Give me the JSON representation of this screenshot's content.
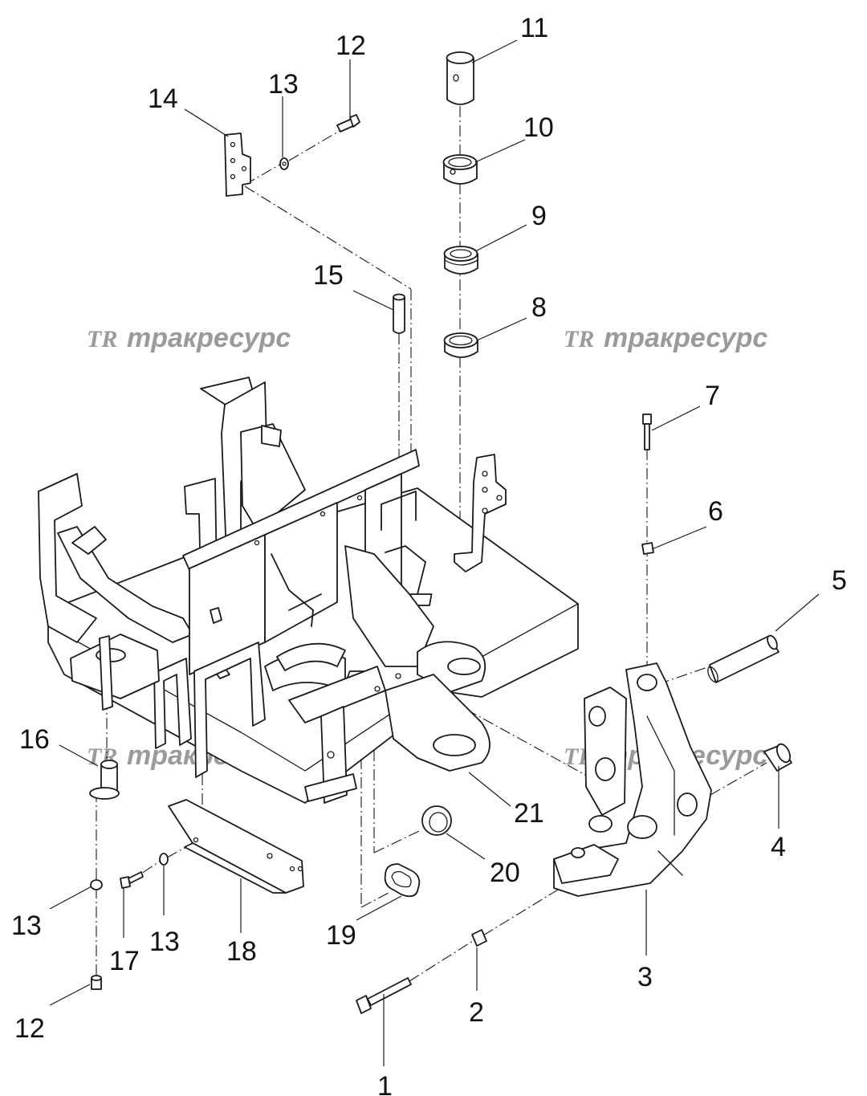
{
  "watermark": {
    "logo": "TR",
    "text": "тракресурс"
  },
  "callouts": [
    {
      "id": "c1",
      "label": "1"
    },
    {
      "id": "c2",
      "label": "2"
    },
    {
      "id": "c3",
      "label": "3"
    },
    {
      "id": "c4",
      "label": "4"
    },
    {
      "id": "c5",
      "label": "5"
    },
    {
      "id": "c6",
      "label": "6"
    },
    {
      "id": "c7",
      "label": "7"
    },
    {
      "id": "c8",
      "label": "8"
    },
    {
      "id": "c9",
      "label": "9"
    },
    {
      "id": "c10",
      "label": "10"
    },
    {
      "id": "c11",
      "label": "11"
    },
    {
      "id": "c12a",
      "label": "12"
    },
    {
      "id": "c12b",
      "label": "12"
    },
    {
      "id": "c13a",
      "label": "13"
    },
    {
      "id": "c13b",
      "label": "13"
    },
    {
      "id": "c13c",
      "label": "13"
    },
    {
      "id": "c14",
      "label": "14"
    },
    {
      "id": "c15",
      "label": "15"
    },
    {
      "id": "c16",
      "label": "16"
    },
    {
      "id": "c17",
      "label": "17"
    },
    {
      "id": "c18",
      "label": "18"
    },
    {
      "id": "c19",
      "label": "19"
    },
    {
      "id": "c20",
      "label": "20"
    },
    {
      "id": "c21",
      "label": "21"
    }
  ]
}
